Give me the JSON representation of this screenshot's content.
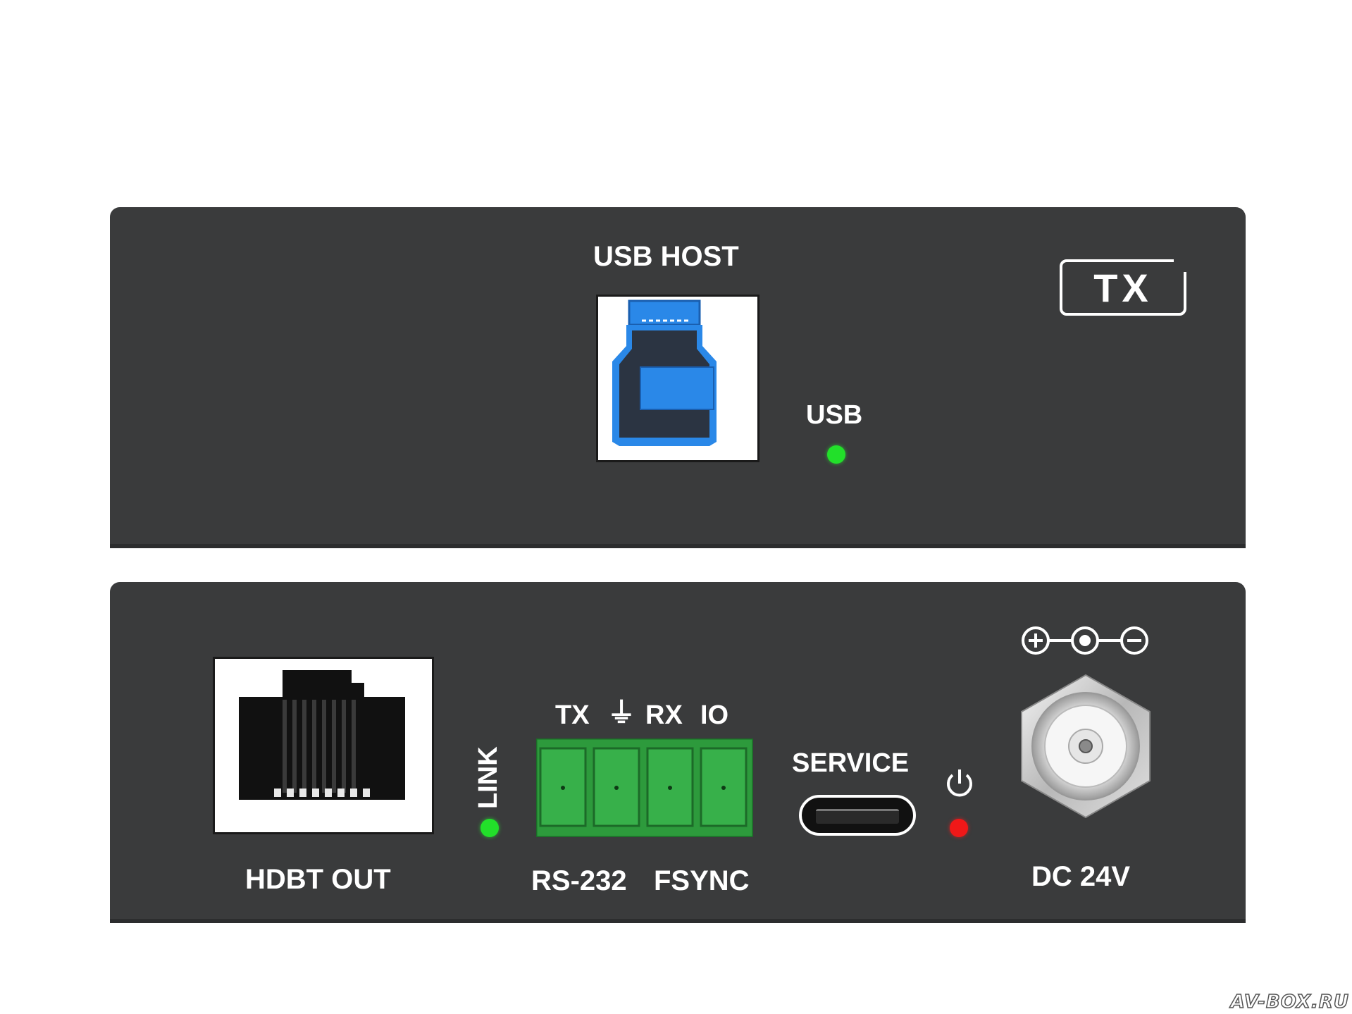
{
  "device": {
    "front_panel": {
      "badge": "TX",
      "usb_host_label": "USB HOST",
      "usb_led_label": "USB",
      "usb_led_color": "#22e02a"
    },
    "rear_panel": {
      "hdbt_label": "HDBT OUT",
      "link_label": "LINK",
      "link_led_color": "#22e02a",
      "terminal_top_labels": {
        "tx": "TX",
        "ground": "⏚",
        "rx": "RX",
        "io": "IO"
      },
      "rs232_label": "RS-232",
      "fsync_label": "FSYNC",
      "service_label": "SERVICE",
      "power_led_color": "#f01818",
      "dc_label": "DC 24V"
    }
  },
  "watermark": "AV-BOX.RU",
  "icons": [
    "usb-b-port-icon",
    "rj45-port-icon",
    "terminal-block-icon",
    "usb-c-port-icon",
    "power-icon",
    "dc-jack-icon",
    "polarity-icon"
  ]
}
